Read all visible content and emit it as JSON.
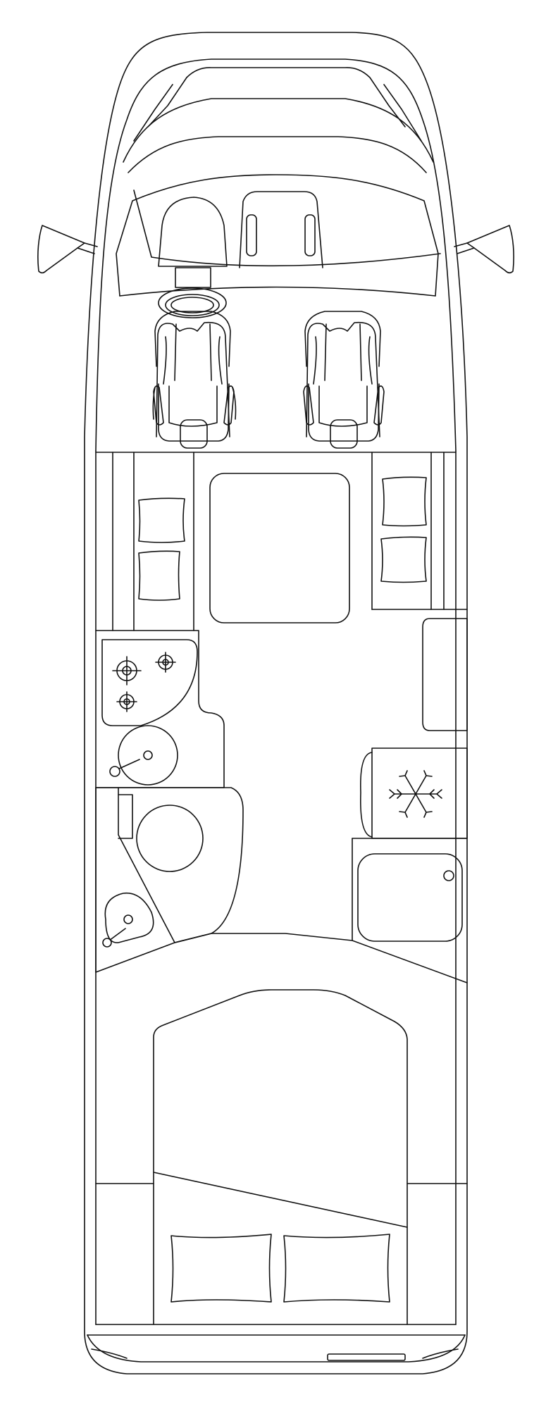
{
  "diagram": {
    "kind": "motorhome floor plan",
    "colors": {
      "line": "#111111",
      "background": "#ffffff"
    },
    "areas": [
      "cab",
      "driver-seat",
      "passenger-seat",
      "steering-wheel",
      "left-bench",
      "right-bench",
      "dinette-table",
      "kitchen",
      "fridge-cabinet",
      "bathroom",
      "bedroom"
    ],
    "icons": [
      "snowflake-icon",
      "gas-burner-icon",
      "sink-icon",
      "faucet-icon",
      "toilet-icon",
      "shower-icon"
    ]
  }
}
